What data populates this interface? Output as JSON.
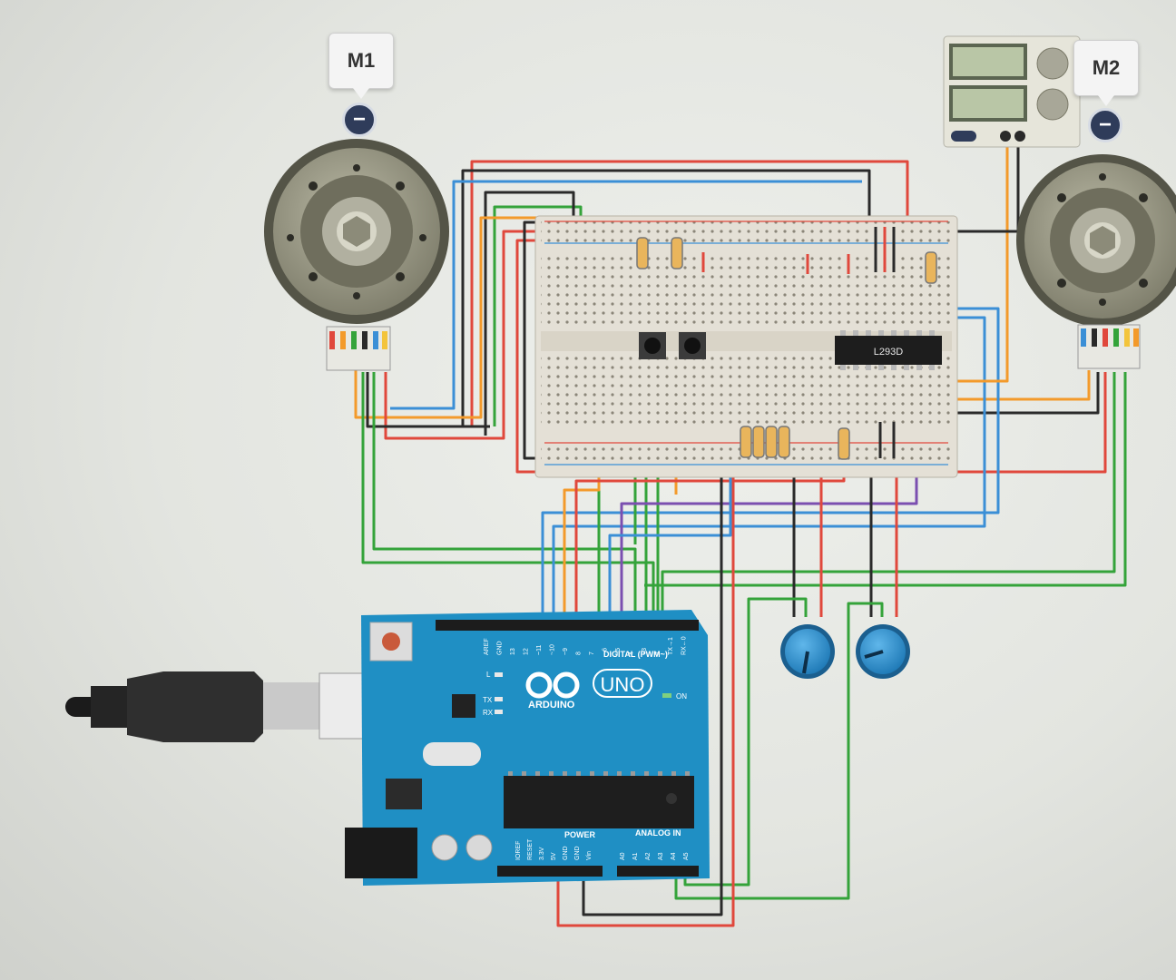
{
  "motors": [
    {
      "label": "M1",
      "remove_symbol": "−"
    },
    {
      "label": "M2",
      "remove_symbol": "−"
    }
  ],
  "breadboard": {
    "ic_label": "L293D"
  },
  "arduino": {
    "logo_text": "ARDUINO",
    "model_text": "UNO",
    "digital_header": "DIGITAL (PWM~)",
    "power_header": "POWER",
    "analog_header": "ANALOG IN",
    "on_led": "ON",
    "l_led": "L",
    "tx_led": "TX",
    "rx_led": "RX",
    "digital_pins": [
      "AREF",
      "GND",
      "13",
      "12",
      "~11",
      "~10",
      "~9",
      "8",
      "7",
      "~6",
      "~5",
      "4",
      "~3",
      "2",
      "TX→1",
      "RX←0"
    ],
    "power_pins": [
      "IOREF",
      "RESET",
      "3.3V",
      "5V",
      "GND",
      "GND",
      "Vin"
    ],
    "analog_pins": [
      "A0",
      "A1",
      "A2",
      "A3",
      "A4",
      "A5"
    ]
  },
  "colors": {
    "wire_red": "#e0483c",
    "wire_black": "#2a2a2a",
    "wire_green": "#34a33a",
    "wire_blue": "#3b8fd6",
    "wire_orange": "#f39a2b",
    "wire_purple": "#7b4fb0",
    "board_blue": "#1f8fc4",
    "breadboard": "#e4e0d6"
  }
}
